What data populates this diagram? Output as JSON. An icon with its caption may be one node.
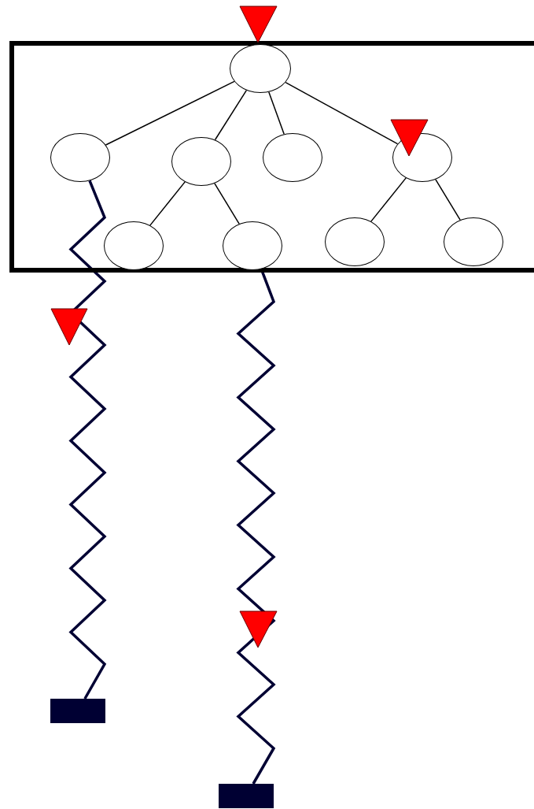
{
  "diagram": {
    "nodes": [
      {
        "text": [],
        "shape": "box"
      },
      {
        "text": [],
        "shape": "circle",
        "in": 0
      },
      {
        "text": [],
        "shape": "circle",
        "in": 0
      },
      {
        "text": [],
        "shape": "circle",
        "in": 0
      },
      {
        "text": [],
        "shape": "circle",
        "in": 0
      },
      {
        "text": [],
        "shape": "circle",
        "in": 0
      },
      {
        "text": [],
        "shape": "circle",
        "in": 0
      },
      {
        "text": [],
        "shape": "circle",
        "in": 0
      },
      {
        "text": [],
        "shape": "circle",
        "in": 0
      },
      {
        "text": [],
        "shape": "circle",
        "in": 0
      },
      {
        "text": [],
        "shape": "bar"
      },
      {
        "text": [],
        "shape": "bar"
      }
    ],
    "edges": [
      {
        "from": 1,
        "to": 2,
        "arrow": "none"
      },
      {
        "from": 1,
        "to": 3,
        "arrow": "none"
      },
      {
        "from": 1,
        "to": 4,
        "arrow": "none"
      },
      {
        "from": 1,
        "to": 5,
        "arrow": "none"
      },
      {
        "from": 3,
        "to": 6,
        "arrow": "none"
      },
      {
        "from": 3,
        "to": 7,
        "arrow": "none"
      },
      {
        "from": 5,
        "to": 8,
        "arrow": "none"
      },
      {
        "from": 5,
        "to": 9,
        "arrow": "none"
      },
      {
        "from": 2,
        "to": 10,
        "arrow": "none",
        "style": "thick",
        "color": "#000033"
      },
      {
        "from": 7,
        "to": 11,
        "arrow": "none",
        "style": "thick",
        "color": "#000033"
      }
    ]
  }
}
